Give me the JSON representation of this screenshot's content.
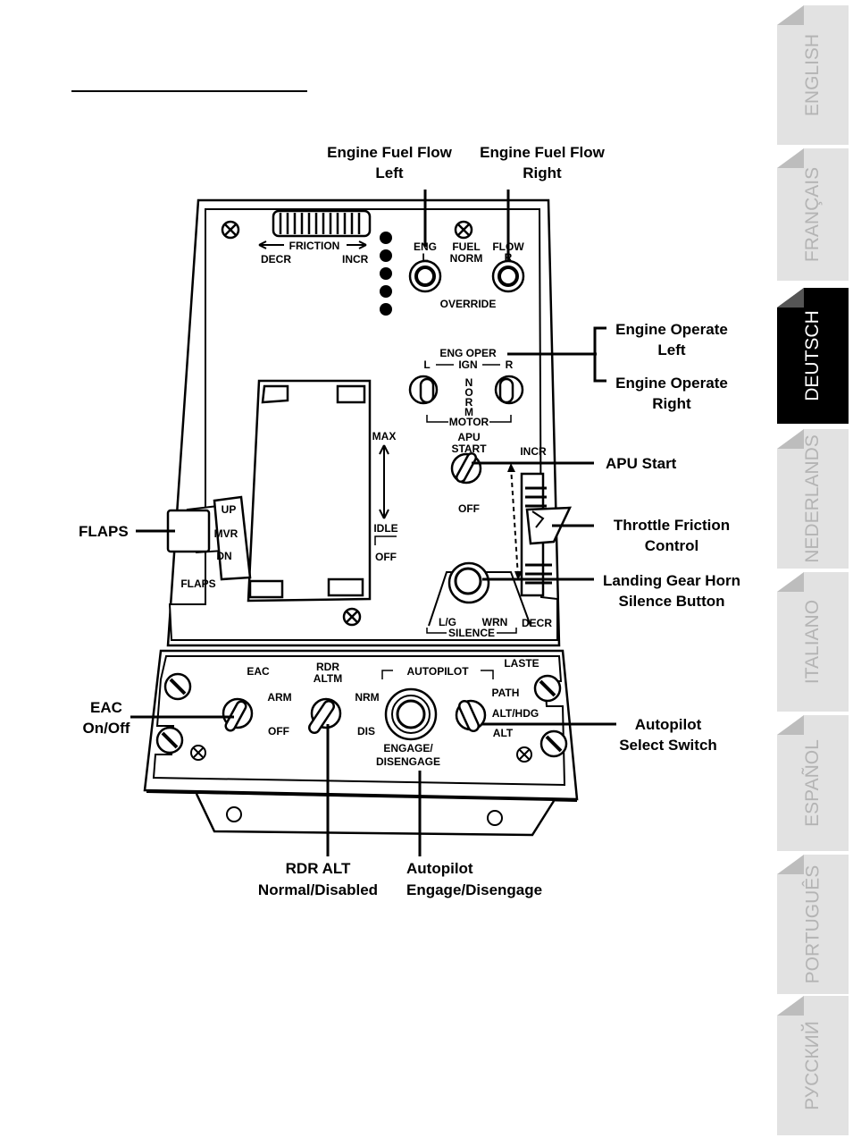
{
  "panel_labels": {
    "friction": "FRICTION",
    "decr": "DECR",
    "incr": "INCR",
    "eng": "ENG",
    "eng_l": "L",
    "fuel": "FUEL",
    "norm": "NORM",
    "flow": "FLOW",
    "flow_r": "R",
    "override": "OVERRIDE",
    "eng_oper": "ENG OPER",
    "oper_l": "L",
    "ign": "IGN",
    "oper_r": "R",
    "norm_vertical": [
      "N",
      "O",
      "R",
      "M"
    ],
    "motor": "MOTOR",
    "apu": "APU",
    "start": "START",
    "apu_off": "OFF",
    "throttle_incr": "INCR",
    "throttle_decr": "DECR",
    "max": "MAX",
    "idle": "IDLE",
    "idle_off": "OFF",
    "flaps_up": "UP",
    "flaps_mvr": "MVR",
    "flaps_dn": "DN",
    "flaps": "FLAPS",
    "lg": "L/G",
    "wrn": "WRN",
    "silence": "SILENCE",
    "eac": "EAC",
    "arm": "ARM",
    "eac_off": "OFF",
    "rdr": "RDR",
    "altm": "ALTM",
    "nrm": "NRM",
    "dis": "DIS",
    "autopilot": "AUTOPILOT",
    "engage": "ENGAGE/",
    "disengage": "DISENGAGE",
    "laste": "LASTE",
    "path": "PATH",
    "alt_hdg": "ALT/HDG",
    "alt": "ALT"
  },
  "callouts": {
    "fuel_left_1": "Engine Fuel Flow",
    "fuel_left_2": "Left",
    "fuel_right_1": "Engine Fuel Flow",
    "fuel_right_2": "Right",
    "oper_left_1": "Engine Operate",
    "oper_left_2": "Left",
    "oper_right_1": "Engine Operate",
    "oper_right_2": "Right",
    "apu_start": "APU Start",
    "throttle_1": "Throttle Friction",
    "throttle_2": "Control",
    "horn_1": "Landing Gear Horn",
    "horn_2": "Silence Button",
    "flaps": "FLAPS",
    "eac_1": "EAC",
    "eac_2": "On/Off",
    "ap_select_1": "Autopilot",
    "ap_select_2": "Select Switch",
    "rdr_1": "RDR ALT",
    "rdr_2": "Normal/Disabled",
    "ap_engage_1": "Autopilot",
    "ap_engage_2": "Engage/Disengage"
  },
  "language_tabs": [
    {
      "label": "ENGLISH",
      "active": false
    },
    {
      "label": "FRANÇAIS",
      "active": false
    },
    {
      "label": "DEUTSCH",
      "active": true
    },
    {
      "label": "NEDERLANDS",
      "active": false
    },
    {
      "label": "ITALIANO",
      "active": false
    },
    {
      "label": "ESPAÑOL",
      "active": false
    },
    {
      "label": "PORTUGUÊS",
      "active": false
    },
    {
      "label": "РУССКИЙ",
      "active": false
    }
  ],
  "colors": {
    "tab_inactive_bg": "#e2e2e2",
    "tab_inactive_text": "#b4b4b4",
    "tab_inactive_fold": "#bdbdbd",
    "tab_active_bg": "#000000",
    "tab_active_text": "#ffffff",
    "tab_active_fold": "#555555"
  }
}
